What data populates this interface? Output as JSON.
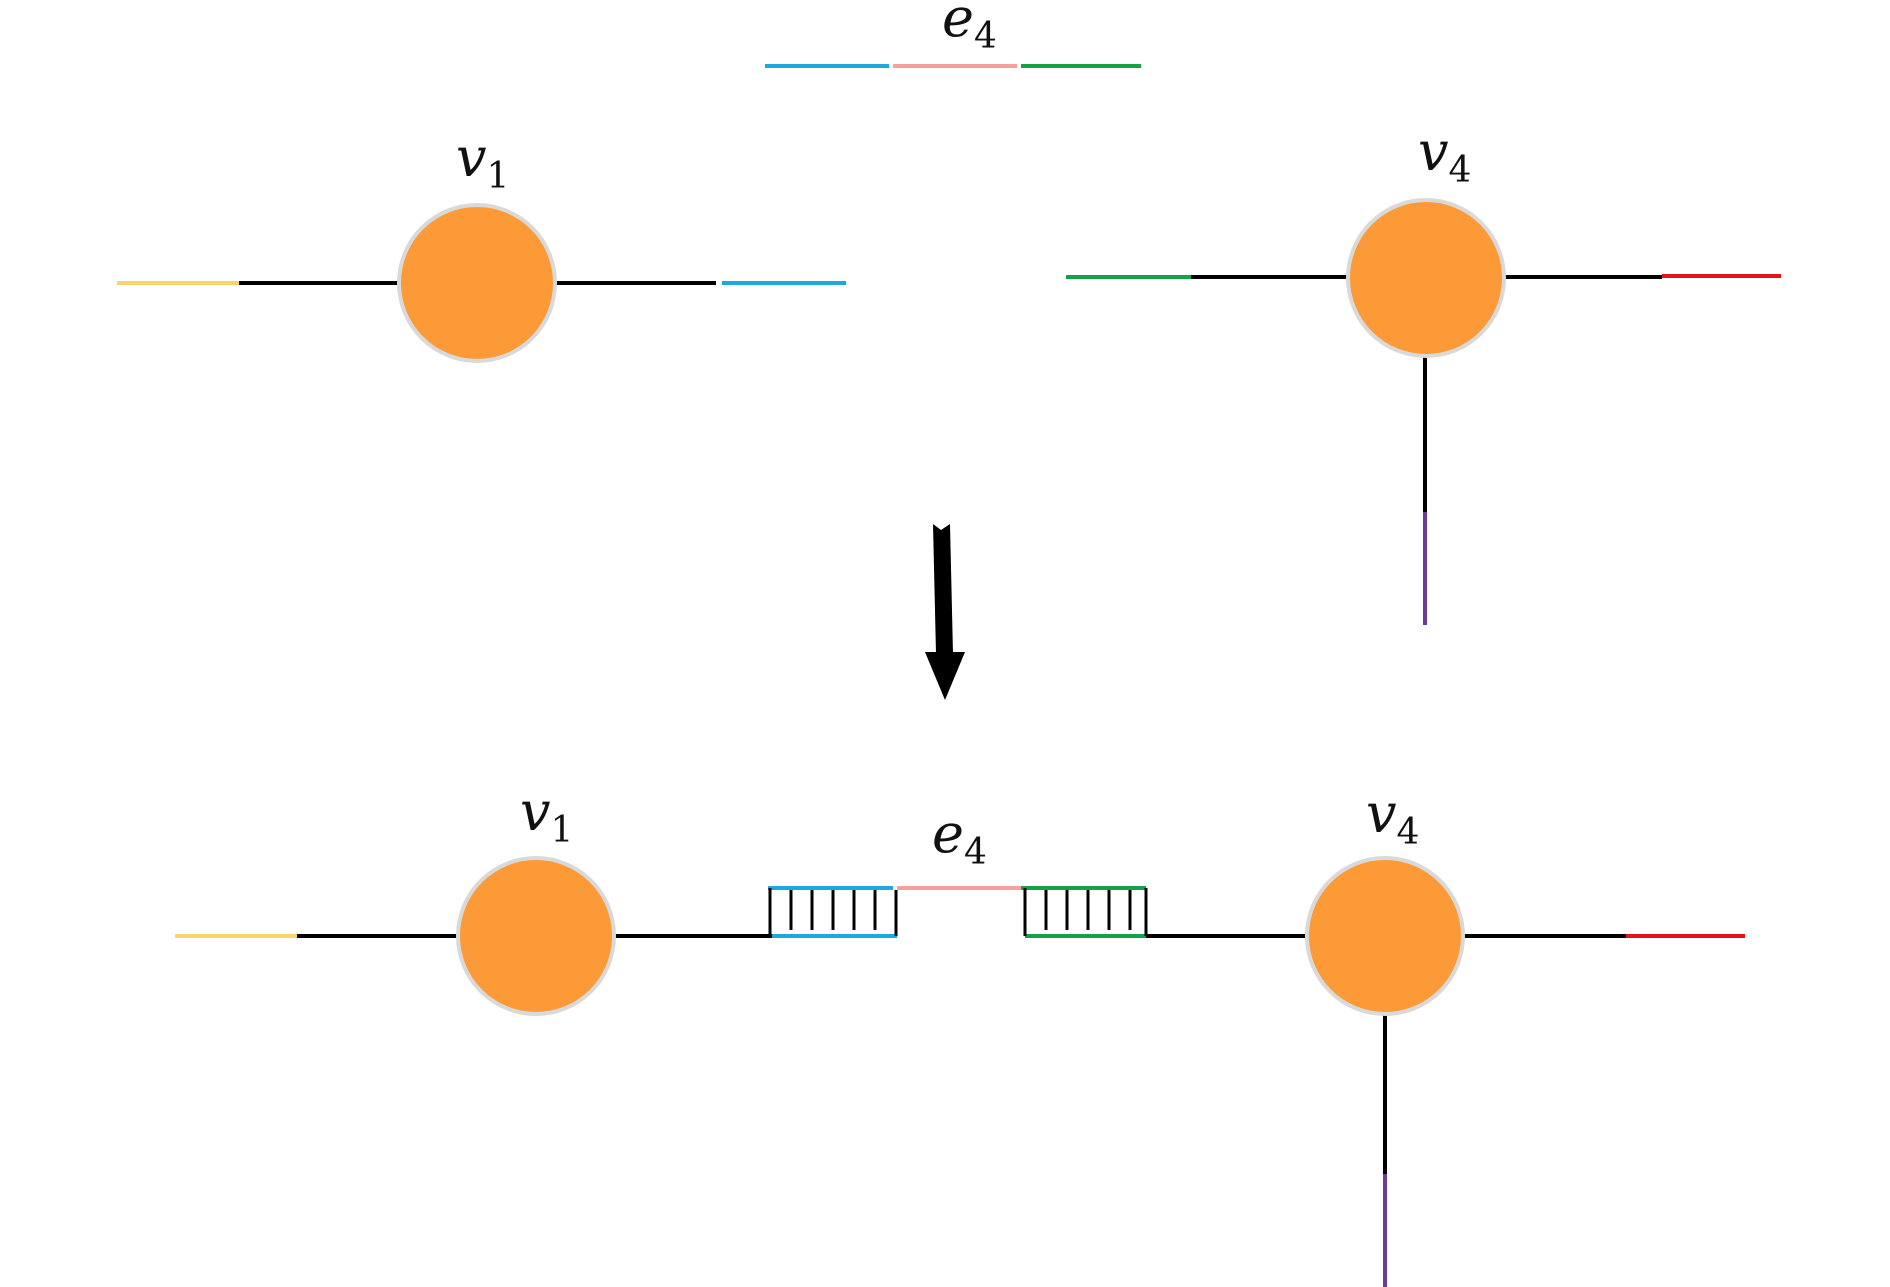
{
  "colors": {
    "black": "#000000",
    "yellow": "#f9d56e",
    "blue": "#1ea9dc",
    "pink": "#f4a09c",
    "green": "#15a04a",
    "red": "#e3141b",
    "purple": "#6d3a97",
    "node_fill": "#fb9a36",
    "node_stroke": "#d9d9d9"
  },
  "labels": {
    "edge": {
      "main": "e",
      "sub": "4"
    },
    "v1": {
      "main": "v",
      "sub": "1"
    },
    "v4": {
      "main": "v",
      "sub": "4"
    }
  }
}
